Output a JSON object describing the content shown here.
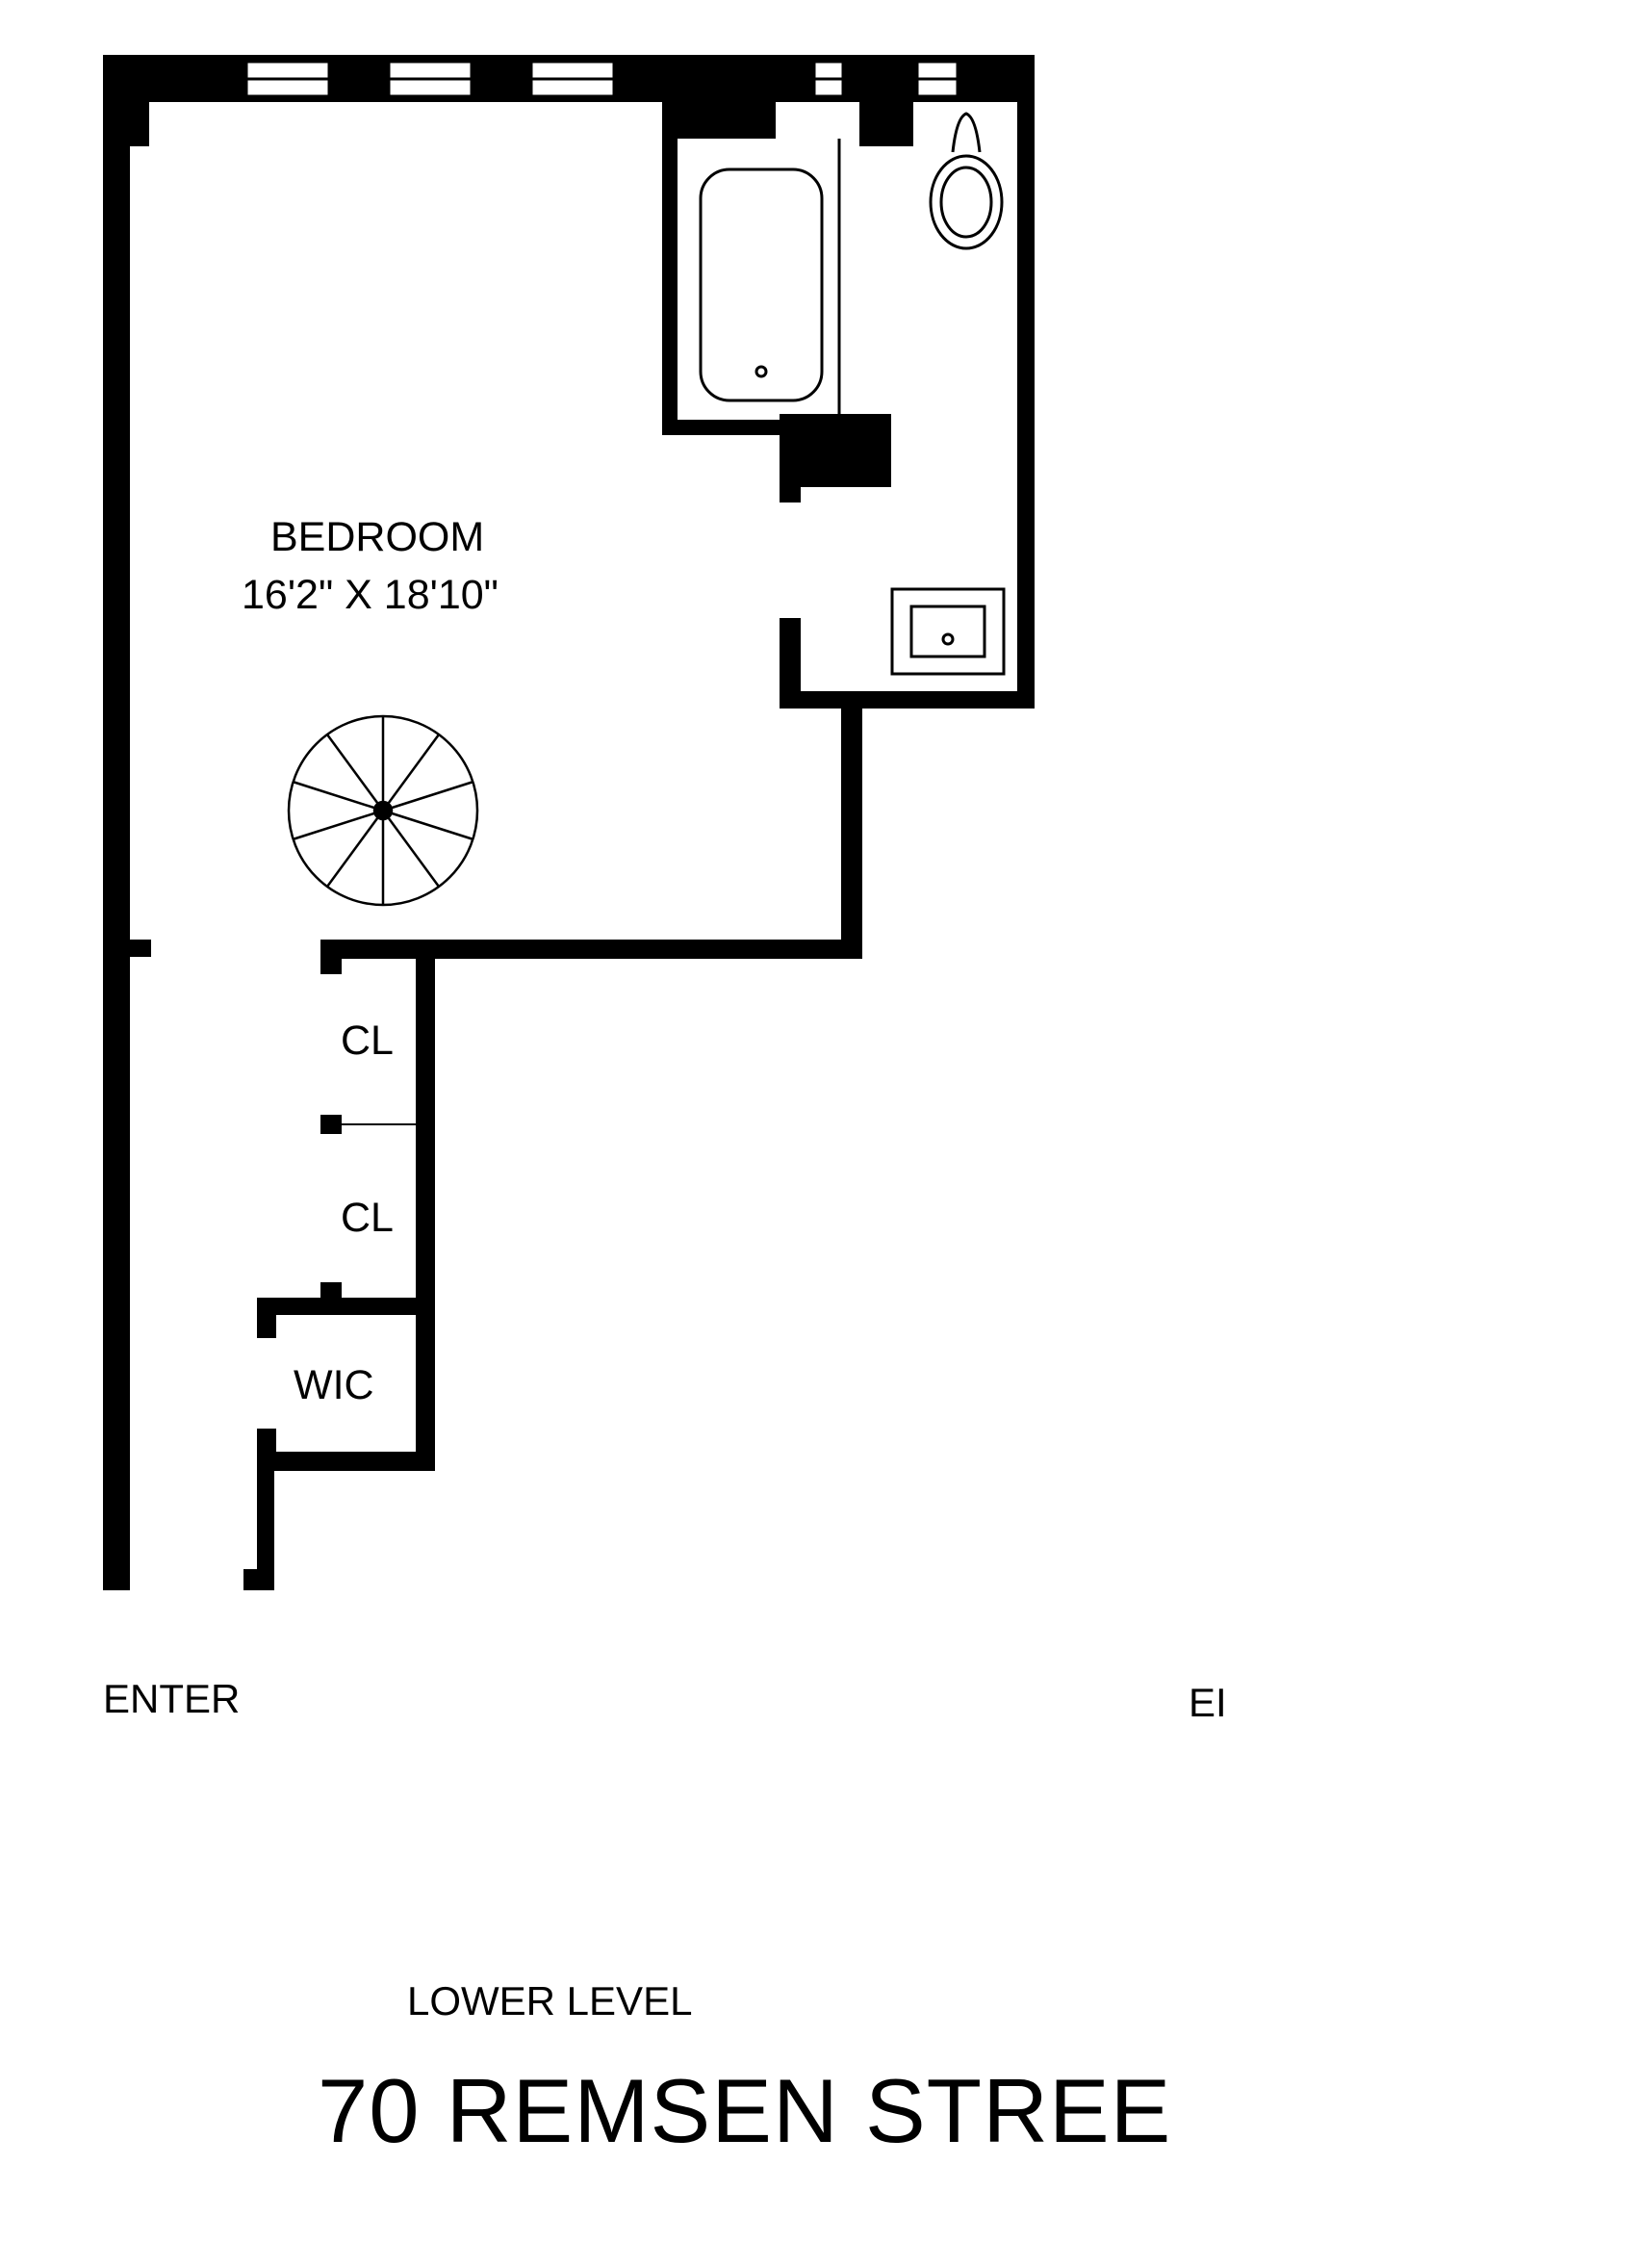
{
  "plan": {
    "rooms": {
      "bedroom_name": "BEDROOM",
      "bedroom_size": "16'2\" X 18'10\"",
      "closet_upper": "CL",
      "closet_lower": "CL",
      "walk_in_closet": "WIC"
    },
    "entry_left": "ENTER",
    "entry_right": "EI",
    "level": "LOWER LEVEL",
    "address": "70 REMSEN STREE"
  },
  "colors": {
    "ink": "#000000",
    "paper": "#ffffff"
  }
}
